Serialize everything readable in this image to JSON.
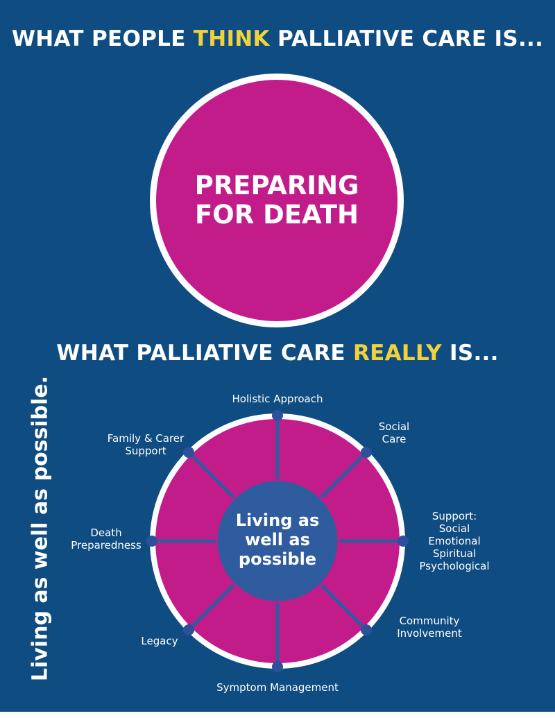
{
  "header_top": {
    "prefix": "WHAT PEOPLE ",
    "highlight": "THINK",
    "suffix": " PALLIATIVE CARE IS..."
  },
  "big_circle": {
    "line1": "PREPARING",
    "line2": "FOR DEATH"
  },
  "header_bottom": {
    "prefix": "WHAT PALLIATIVE CARE ",
    "highlight": "REALLY",
    "suffix": " IS..."
  },
  "side_text": "Living as well as possible.",
  "wheel": {
    "center_label": [
      "Living as",
      "well as",
      "possible"
    ],
    "spokes": [
      {
        "label": [
          "Holistic Approach"
        ]
      },
      {
        "label": [
          "Social",
          "Care"
        ]
      },
      {
        "label": [
          "Support:",
          "Social",
          "Emotional",
          "Spiritual",
          "Psychological"
        ]
      },
      {
        "label": [
          "Community",
          "Involvement"
        ]
      },
      {
        "label": [
          "Symptom Management"
        ]
      },
      {
        "label": [
          "Legacy"
        ]
      },
      {
        "label": [
          "Death",
          "Preparedness"
        ]
      },
      {
        "label": [
          "Family & Carer",
          "Support"
        ]
      }
    ]
  },
  "colors": {
    "background": "#0f4c81",
    "magenta": "#c21c8a",
    "highlight_yellow": "#f2d23c",
    "center_blue": "#2f5c9e",
    "dot": "#2e4f9a",
    "white": "#ffffff"
  }
}
